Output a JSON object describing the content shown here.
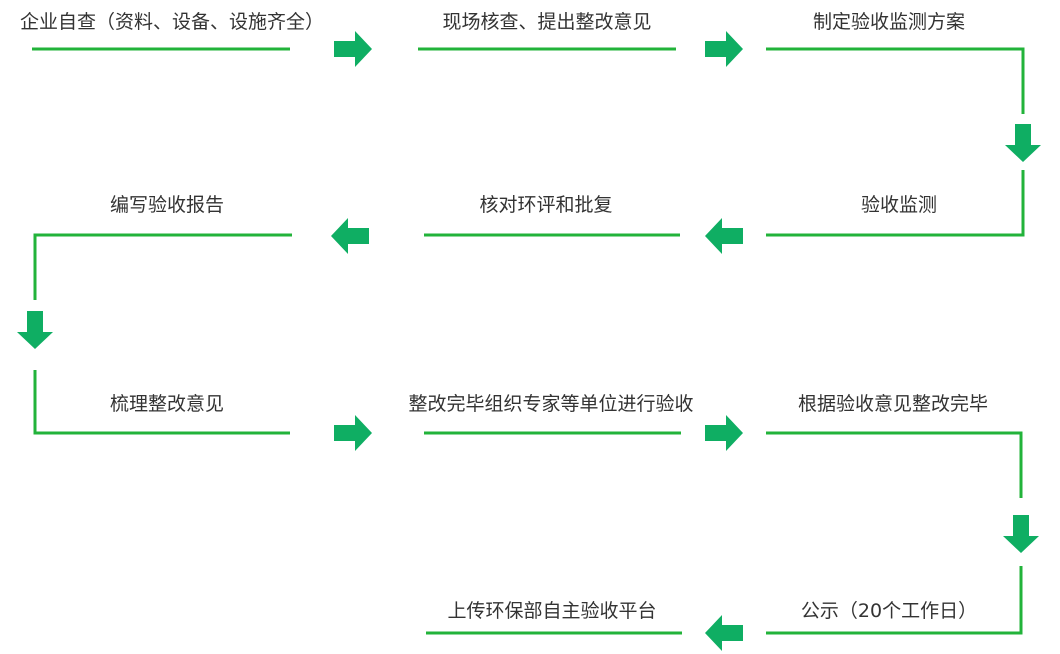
{
  "colors": {
    "line": "#22b33a",
    "arrow": "#0fae63",
    "text": "#333333"
  },
  "steps": [
    {
      "id": "s1",
      "label": "企业自查（资料、设备、设施齐全）"
    },
    {
      "id": "s2",
      "label": "现场核查、提出整改意见"
    },
    {
      "id": "s3",
      "label": "制定验收监测方案"
    },
    {
      "id": "s4",
      "label": "验收监测"
    },
    {
      "id": "s5",
      "label": "核对环评和批复"
    },
    {
      "id": "s6",
      "label": "编写验收报告"
    },
    {
      "id": "s7",
      "label": "梳理整改意见"
    },
    {
      "id": "s8",
      "label": "整改完毕组织专家等单位进行验收"
    },
    {
      "id": "s9",
      "label": "根据验收意见整改完毕"
    },
    {
      "id": "s10",
      "label": "公示（20个工作日）"
    },
    {
      "id": "s11",
      "label": "上传环保部自主验收平台"
    }
  ],
  "arrows": [
    {
      "name": "arrow-right-1",
      "direction": "right"
    },
    {
      "name": "arrow-right-2",
      "direction": "right"
    },
    {
      "name": "arrow-down-1",
      "direction": "down"
    },
    {
      "name": "arrow-left-1",
      "direction": "left"
    },
    {
      "name": "arrow-left-2",
      "direction": "left"
    },
    {
      "name": "arrow-down-2",
      "direction": "down"
    },
    {
      "name": "arrow-right-3",
      "direction": "right"
    },
    {
      "name": "arrow-right-4",
      "direction": "right"
    },
    {
      "name": "arrow-down-3",
      "direction": "down"
    },
    {
      "name": "arrow-left-3",
      "direction": "left"
    }
  ]
}
